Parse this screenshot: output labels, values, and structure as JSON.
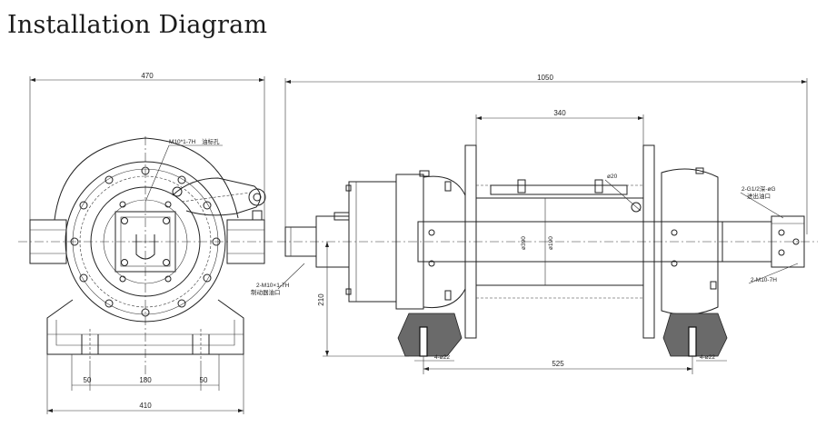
{
  "title": "Installation Diagram",
  "dimensions": {
    "front_width_top": "470",
    "front_width_bottom": "410",
    "front_bottom_left": "50",
    "front_bottom_center": "180",
    "front_bottom_right": "50",
    "side_total_length": "1050",
    "drum_length": "340",
    "center_height": "210",
    "mount_span": "525",
    "bolt_holes_left": "4-ø22",
    "bolt_holes_right": "4-ø22",
    "drum_flange_dia": "ø390",
    "drum_barrel_dia": "ø190",
    "rope_hole": "ø20"
  },
  "notes": {
    "top_hole": "M10*1-7H",
    "top_hole_cn": "油标孔",
    "port_right_top": "2-G1/2深-øG",
    "port_right_top_cn": "进出油口",
    "thread_right_bottom": "2-M10-7H",
    "thread_left": "2-M10×1-7H",
    "thread_left_cn": "制动器油口"
  }
}
